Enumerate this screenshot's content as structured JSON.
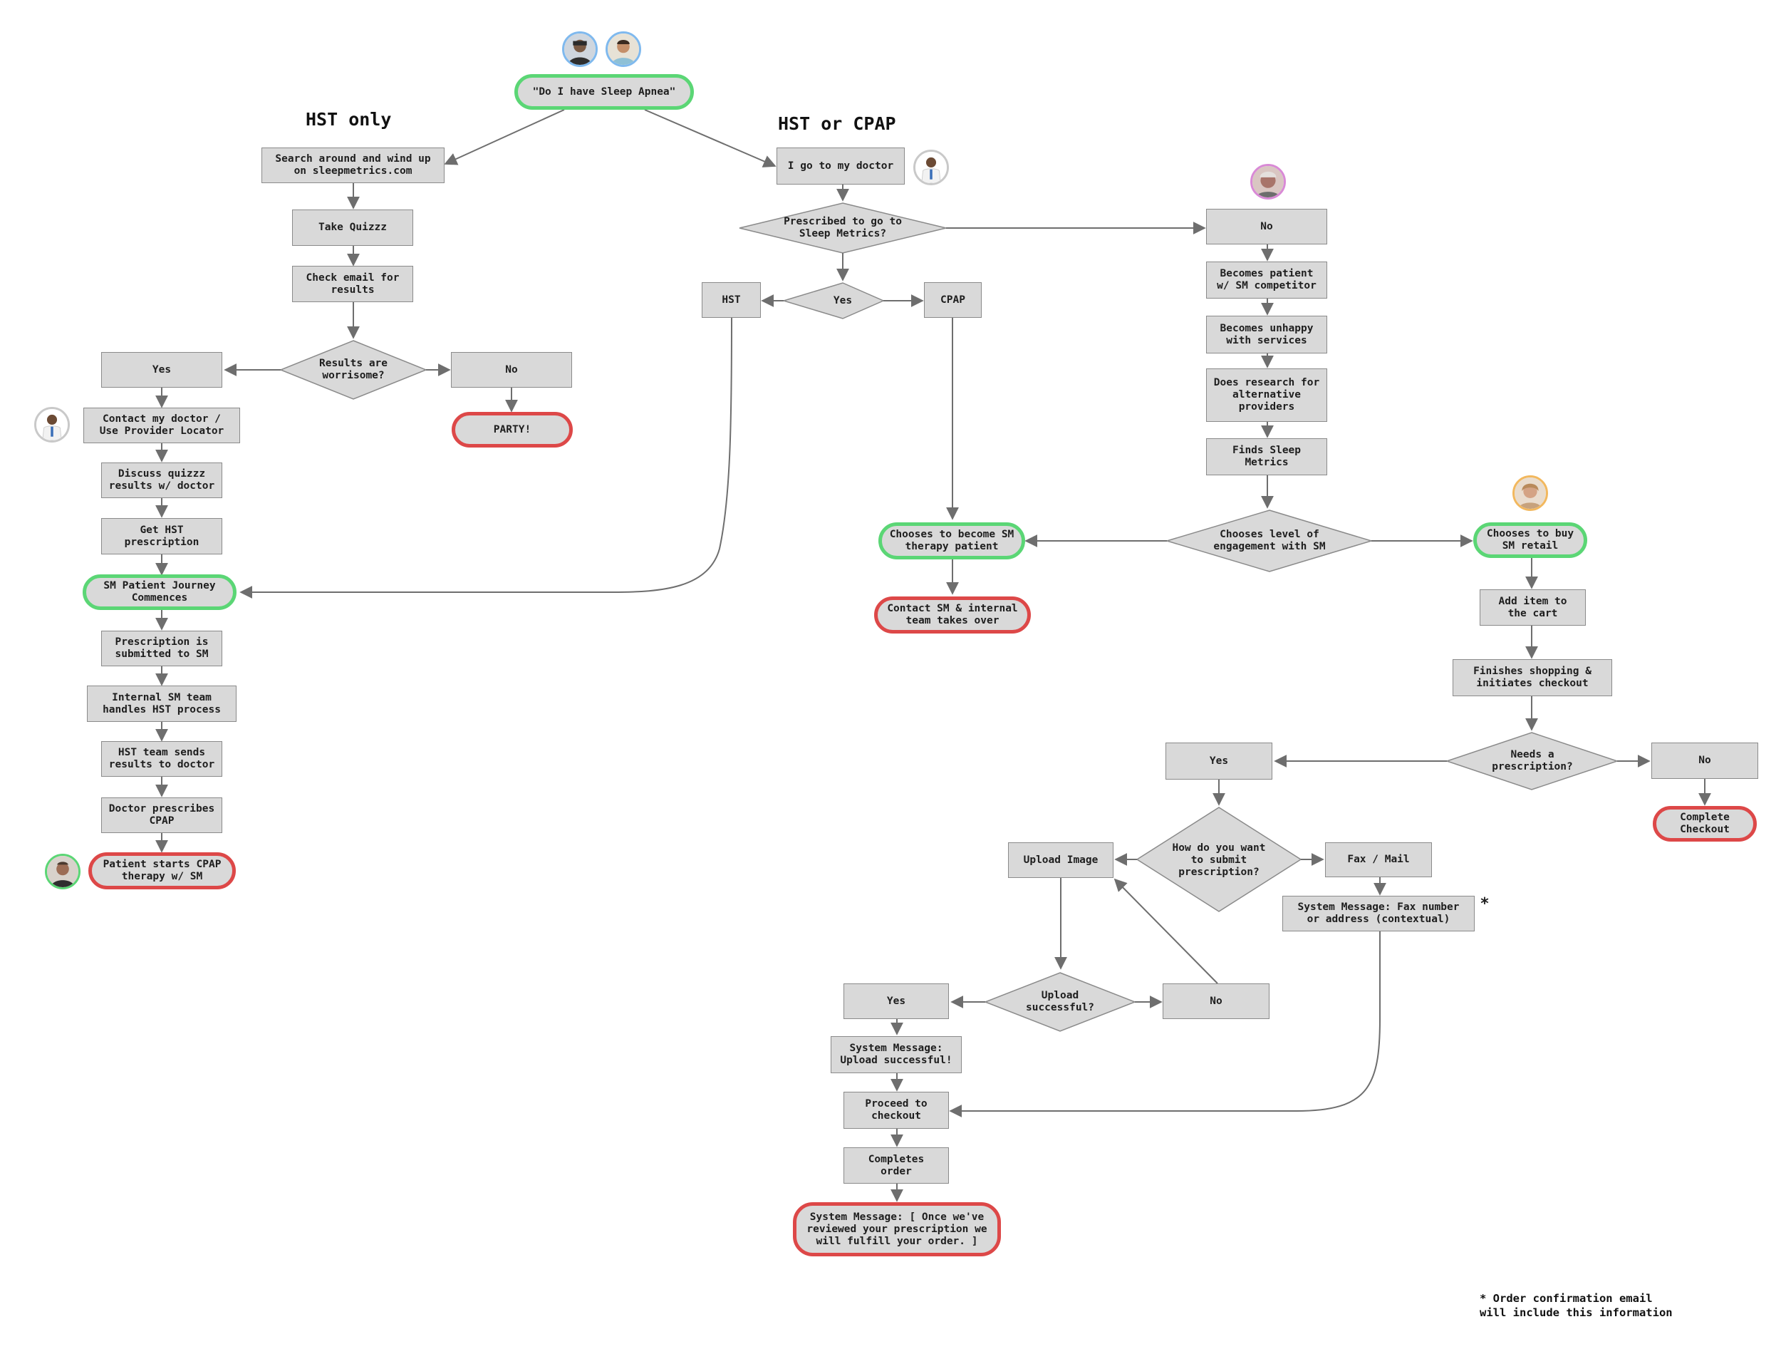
{
  "headings": {
    "hst_only": "HST only",
    "hst_or_cpap": "HST or CPAP"
  },
  "nodes": {
    "start": "\"Do I have Sleep Apnea\"",
    "search": "Search around and wind up\non sleepmetrics.com",
    "quiz": "Take Quizzz",
    "email": "Check email for\nresults",
    "worrisome": "Results are\nworrisome?",
    "worry_yes": "Yes",
    "worry_no": "No",
    "party": "PARTY!",
    "contact_doc": "Contact my doctor /\nUse Provider Locator",
    "discuss": "Discuss quizzz\nresults w/ doctor",
    "get_hst": "Get HST\nprescription",
    "journey": "SM Patient Journey\nCommences",
    "rx_submitted": "Prescription is\nsubmitted to SM",
    "internal_team": "Internal SM team\nhandles HST process",
    "hst_sends": "HST team sends\nresults to doctor",
    "doc_prescribes": "Doctor prescribes\nCPAP",
    "starts_cpap": "Patient starts CPAP\ntherapy w/ SM",
    "go_doctor": "I go to my doctor",
    "prescribed": "Prescribed to go to\nSleep Metrics?",
    "pres_yes": "Yes",
    "hst": "HST",
    "cpap": "CPAP",
    "pres_no": "No",
    "competitor": "Becomes patient\nw/ SM competitor",
    "unhappy": "Becomes unhappy\nwith services",
    "research": "Does research for\nalternative\nproviders",
    "finds": "Finds Sleep\nMetrics",
    "level": "Chooses level of\nengagement with SM",
    "therapy_patient": "Chooses to become SM\ntherapy patient",
    "contact_sm": "Contact SM & internal\nteam takes over",
    "retail": "Chooses to buy\nSM retail",
    "add_cart": "Add item to\nthe cart",
    "finishes": "Finishes shopping &\ninitiates checkout",
    "needs_rx": "Needs a\nprescription?",
    "rx_yes": "Yes",
    "rx_no": "No",
    "complete_checkout": "Complete\nCheckout",
    "how_submit": "How do you want\nto submit\nprescription?",
    "upload_image": "Upload Image",
    "fax_mail": "Fax / Mail",
    "sys_fax": "System Message: Fax number\nor address (contextual)",
    "upload_ok": "Upload\nsuccessful?",
    "up_yes": "Yes",
    "up_no": "No",
    "sys_upload": "System Message:\nUpload successful!",
    "proceed": "Proceed to\ncheckout",
    "completes": "Completes\norder",
    "sys_final": "System Message: [ Once we've\nreviewed your prescription we\nwill fulfill your order. ]"
  },
  "asterisk": "*",
  "footnote": "* Order confirmation email\nwill include this information",
  "colors": {
    "start_border": "#5bd675",
    "end_border": "#dd4848",
    "box_fill": "#d9d9d9",
    "line": "#6e6e6e"
  },
  "avatar_icons": [
    "patient-avatar-icon",
    "patient-avatar-icon",
    "doctor-avatar-icon",
    "doctor-avatar-icon",
    "patient-avatar-icon",
    "patient-avatar-icon",
    "patient-avatar-icon"
  ]
}
